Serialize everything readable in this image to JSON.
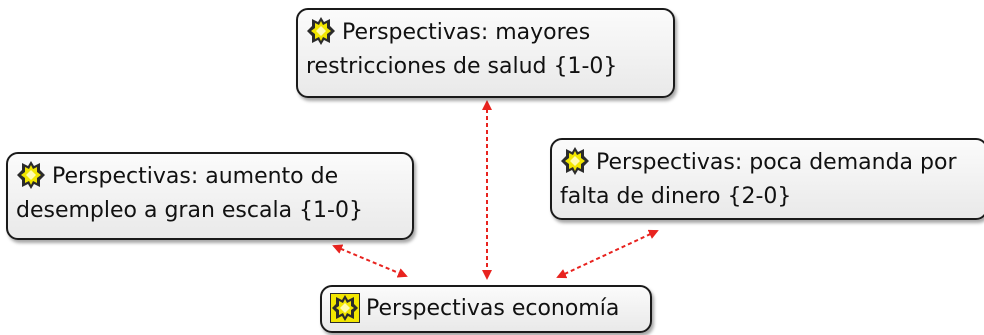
{
  "nodes": {
    "top": {
      "line1": "Perspectivas: mayores",
      "line2": "restricciones de salud {1-0}"
    },
    "left": {
      "line1": "Perspectivas: aumento de",
      "line2": "desempleo a gran escala {1-0}"
    },
    "right": {
      "line1": "Perspectivas: poca demanda por",
      "line2": "falta de dinero {2-0}"
    },
    "center": {
      "label": "Perspectivas economía"
    }
  },
  "icons": {
    "node_icon": "yellow-gem-code-icon",
    "central_icon": "yellow-gem-code-group-icon"
  },
  "colors": {
    "edge": "#e8231f",
    "node_border": "#1a1a1a",
    "icon_fill": "#f2e600"
  }
}
